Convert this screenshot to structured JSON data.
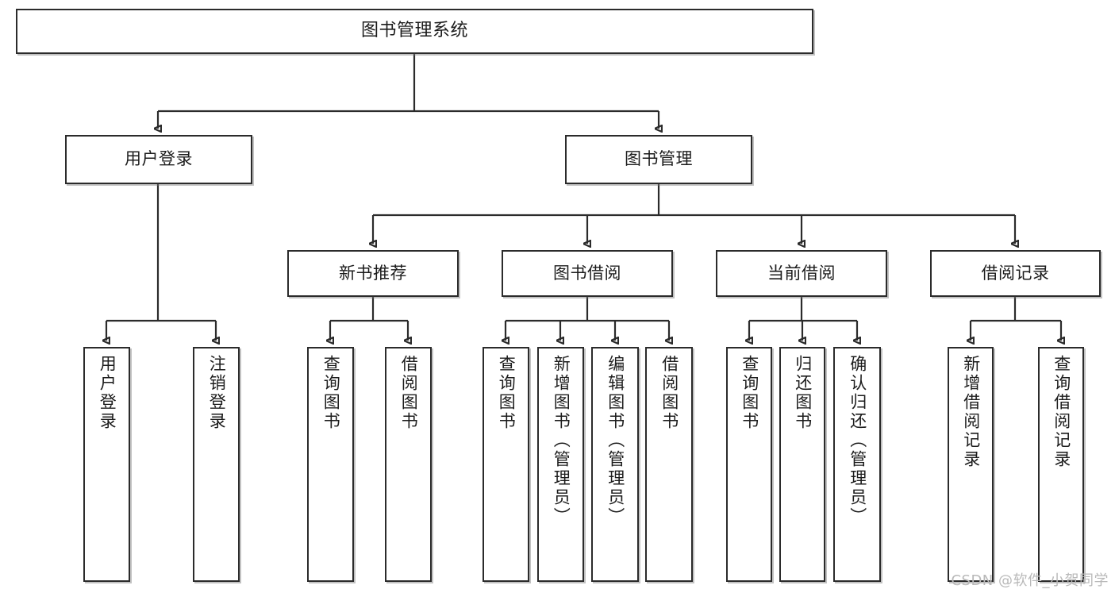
{
  "diagram": {
    "title": "图书管理系统",
    "type": "tree",
    "watermark": "CSDN @软件_小贺同学",
    "colors": {
      "node_border": "#2b2b2b",
      "node_fill": "#ffffff",
      "edge": "#2b2b2b",
      "text": "#1c1c1c",
      "watermark": "#b9b9b9"
    },
    "root": {
      "label": "图书管理系统"
    },
    "level2": [
      {
        "label": "用户登录"
      },
      {
        "label": "图书管理"
      }
    ],
    "level3": [
      {
        "label": "新书推荐"
      },
      {
        "label": "图书借阅"
      },
      {
        "label": "当前借阅"
      },
      {
        "label": "借阅记录"
      }
    ],
    "leaves_user_login": [
      {
        "label": "用户登录"
      },
      {
        "label": "注销登录"
      }
    ],
    "leaves_new_book": [
      {
        "label": "查询图书"
      },
      {
        "label": "借阅图书"
      }
    ],
    "leaves_borrow": [
      {
        "label": "查询图书"
      },
      {
        "label": "新增图书（管理员）"
      },
      {
        "label": "编辑图书（管理员）"
      },
      {
        "label": "借阅图书"
      }
    ],
    "leaves_current": [
      {
        "label": "查询图书"
      },
      {
        "label": "归还图书"
      },
      {
        "label": "确认归还（管理员）"
      }
    ],
    "leaves_record": [
      {
        "label": "新增借阅记录"
      },
      {
        "label": "查询借阅记录"
      }
    ]
  }
}
